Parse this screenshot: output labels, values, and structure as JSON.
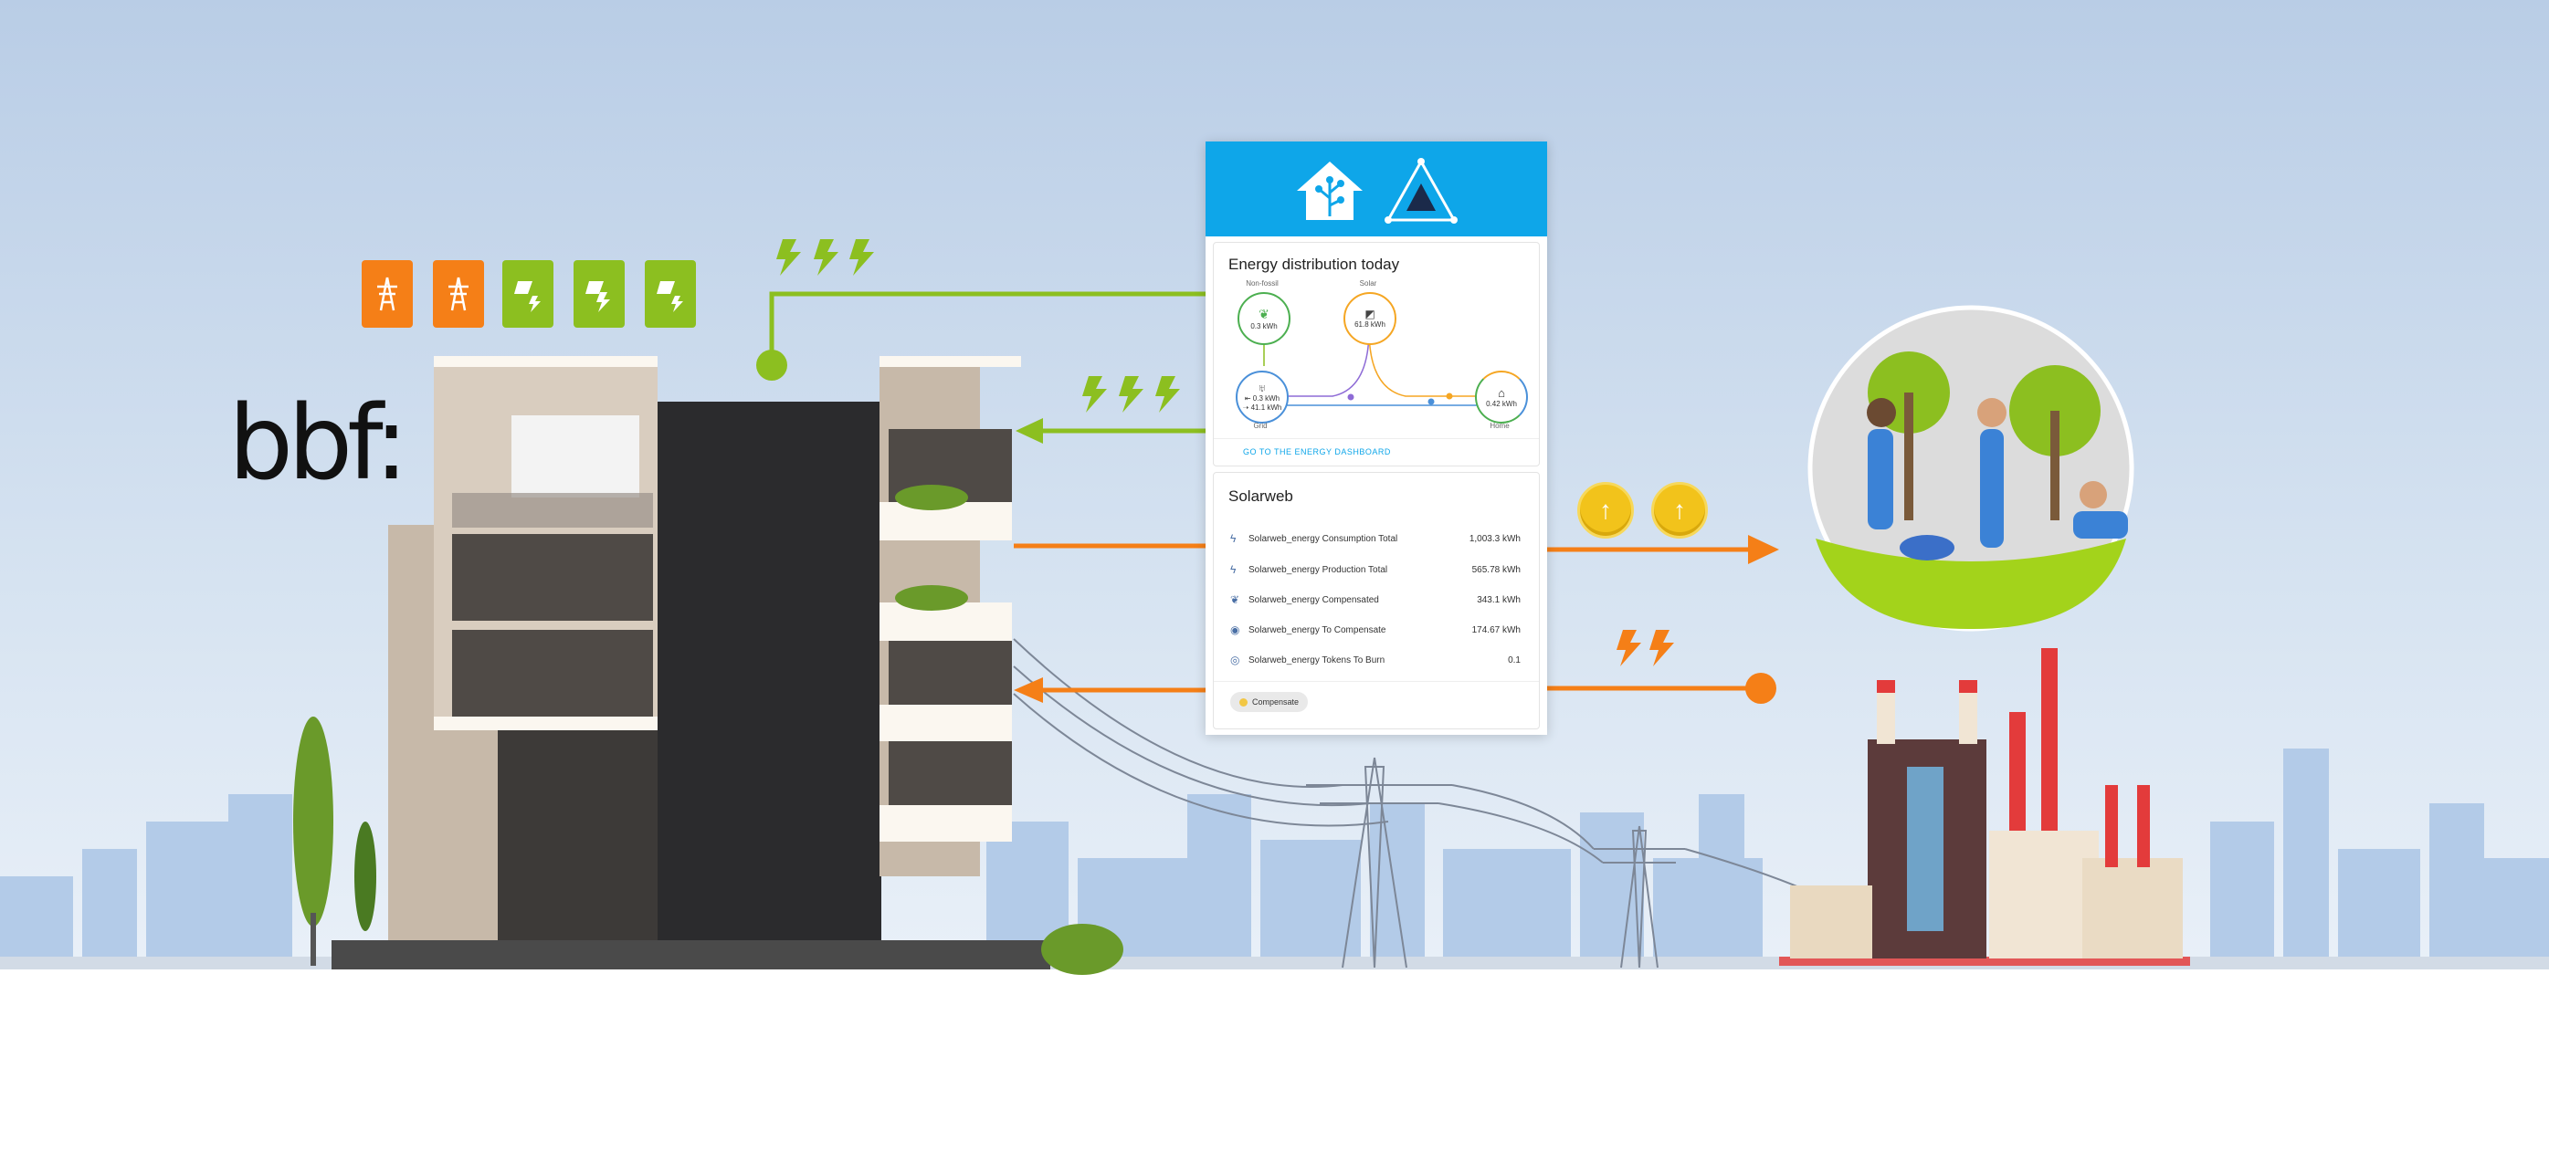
{
  "brand": {
    "logo_text": "bbf:"
  },
  "colors": {
    "grid": "#f57f17",
    "solar": "#8cbf20",
    "accent": "#0ea6e9",
    "coin": "#f2c31b",
    "sky": "#c9d9ee"
  },
  "badges": [
    {
      "icon": "power-tower-icon",
      "color": "orange"
    },
    {
      "icon": "power-tower-icon",
      "color": "orange"
    },
    {
      "icon": "solar-panel-icon",
      "color": "green"
    },
    {
      "icon": "solar-battery-icon",
      "color": "green"
    },
    {
      "icon": "solar-panel-icon",
      "color": "green"
    }
  ],
  "dashboard": {
    "energy": {
      "title": "Energy distribution today",
      "nodes": {
        "non_fossil": {
          "label": "Non-fossil",
          "value": "0.3 kWh"
        },
        "solar": {
          "label": "Solar",
          "value": "61.8 kWh"
        },
        "grid": {
          "label": "Grid",
          "value_in": "⇤ 0.3 kWh",
          "value_out": "➝ 41.1 kWh"
        },
        "home": {
          "label": "Home",
          "value": "0.42 kWh"
        }
      },
      "link": "GO TO THE ENERGY DASHBOARD"
    },
    "solarweb": {
      "title": "Solarweb",
      "rows": [
        {
          "icon": "lightning-icon",
          "label": "Solarweb_energy Consumption Total",
          "value": "1,003.3 kWh"
        },
        {
          "icon": "lightning-icon",
          "label": "Solarweb_energy Production Total",
          "value": "565.78 kWh"
        },
        {
          "icon": "leaf-icon",
          "label": "Solarweb_energy Compensated",
          "value": "343.1 kWh"
        },
        {
          "icon": "compensate-icon",
          "label": "Solarweb_energy To Compensate",
          "value": "174.67 kWh"
        },
        {
          "icon": "token-icon",
          "label": "Solarweb_energy Tokens To Burn",
          "value": "0.1"
        }
      ],
      "chip_label": "Compensate"
    }
  }
}
